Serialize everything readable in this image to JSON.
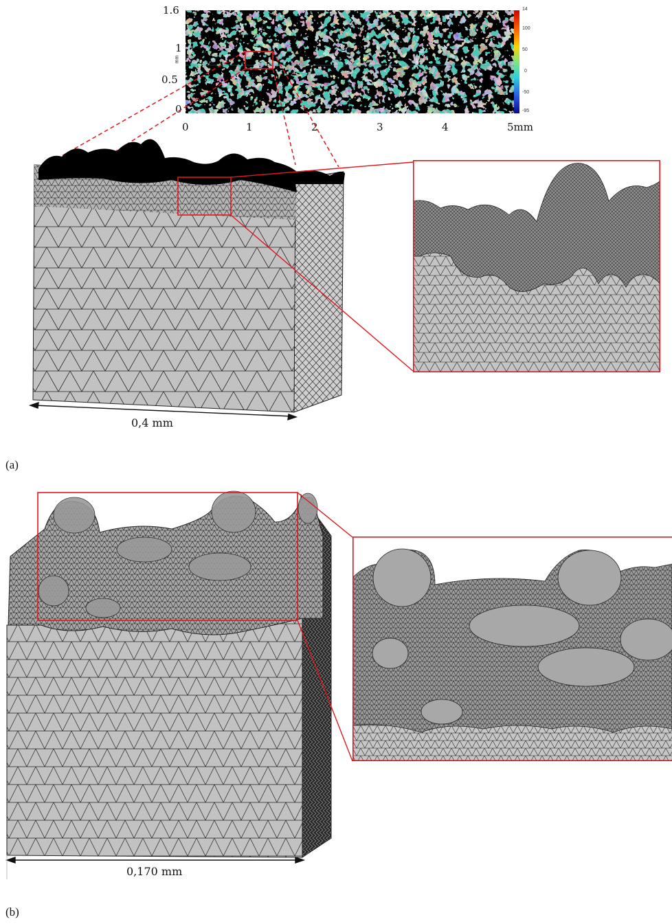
{
  "panel_a": {
    "label": "(a)",
    "heatmap": {
      "y_ticks": [
        "1.6",
        "1",
        "0.5",
        "0"
      ],
      "y_unit": "mm",
      "x_ticks": [
        "0",
        "1",
        "2",
        "3",
        "4",
        "5mm"
      ],
      "colorbar_ticks": [
        "14",
        "100",
        "50",
        "0",
        "-50",
        "-95"
      ]
    },
    "dimension": "0,4 mm"
  },
  "panel_b": {
    "label": "(b)",
    "dimension": "0,170 mm"
  },
  "colors": {
    "highlight": "#e0161b",
    "mesh_fill": "#c2c2c2",
    "mesh_line": "#1a1a1a"
  }
}
